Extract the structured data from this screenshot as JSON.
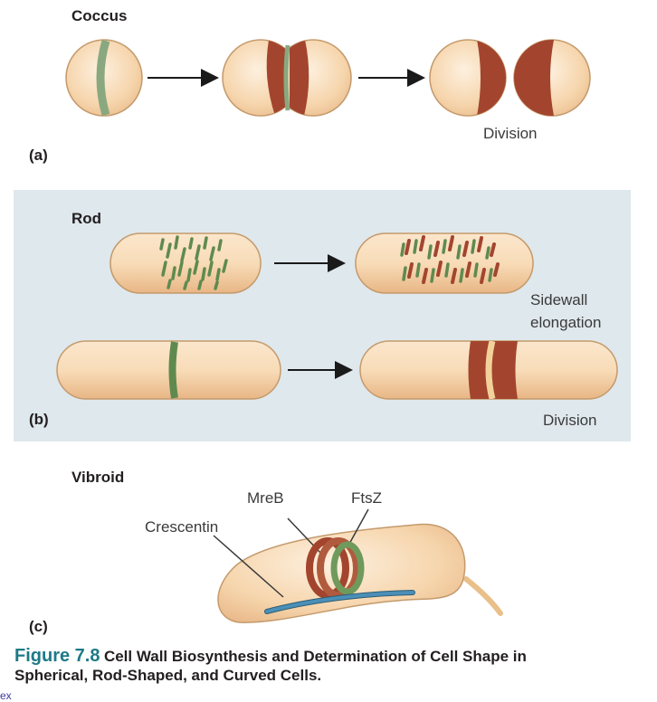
{
  "panel_a": {
    "title": "Coccus",
    "letter": "(a)",
    "label_division": "Division"
  },
  "panel_b": {
    "title": "Rod",
    "letter": "(b)",
    "label_sidewall_line1": "Sidewall",
    "label_sidewall_line2": "elongation",
    "label_division": "Division"
  },
  "panel_c": {
    "title": "Vibroid",
    "letter": "(c)",
    "label_mreb": "MreB",
    "label_ftsz": "FtsZ",
    "label_crescentin": "Crescentin"
  },
  "caption": {
    "figure_number": "Figure 7.8",
    "text_line1": "Cell Wall Biosynthesis and Determination of Cell Shape in",
    "text_line2": "Spherical, Rod-Shaped, and Curved Cells."
  },
  "stray_text": "ex",
  "colors": {
    "cell_fill": "#f5d3a8",
    "cell_outline": "#b88a5a",
    "ftsz_green": "#8aa880",
    "mreb_green": "#5f8a4f",
    "new_wall": "#a3452e",
    "crescentin_blue": "#4a8fb8",
    "panel_b_background": "#dfe8ec",
    "caption_teal": "#1d7a86"
  }
}
